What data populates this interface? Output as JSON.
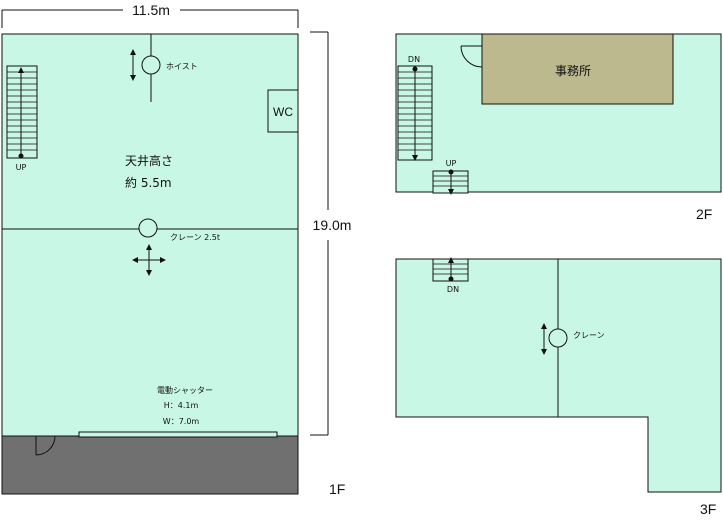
{
  "colors": {
    "floor": "#c9f7e6",
    "office": "#bdb98f",
    "apron": "#707070",
    "line": "#111111"
  },
  "dimensions": {
    "width": "11.5m",
    "depth": "19.0m"
  },
  "floor1": {
    "label": "1F",
    "hoist": "ホイスト",
    "wc": "WC",
    "stair_up": "UP",
    "ceiling_label": "天井高さ",
    "ceiling_value": "約 5.5m",
    "crane": "クレーン 2.5t",
    "shutter_title": "電動シャッター",
    "shutter_h": "H：4.1m",
    "shutter_w": "W：7.0m"
  },
  "floor2": {
    "label": "2F",
    "stair_dn": "DN",
    "stair_up": "UP",
    "office": "事務所"
  },
  "floor3": {
    "label": "3F",
    "stair_dn": "DN",
    "crane": "クレーン"
  },
  "icons": {
    "hoist": "hoist-circle-icon",
    "crane": "crane-circle-icon",
    "door": "door-swing-icon",
    "stair": "stair-icon"
  }
}
